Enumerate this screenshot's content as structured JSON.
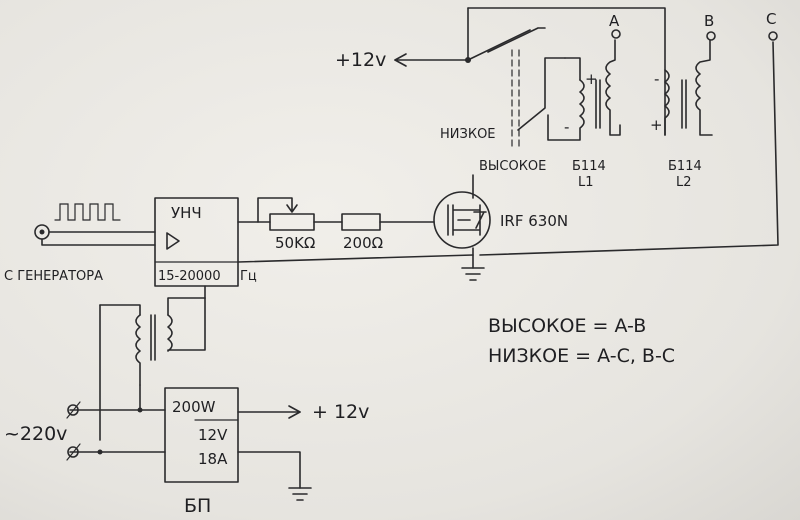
{
  "labels": {
    "supply_out_top": "+12v",
    "relay_low": "НИЗКОЕ",
    "relay_high": "ВЫСОКОЕ",
    "terminal_a": "A",
    "terminal_b": "B",
    "terminal_c": "C",
    "coil1_part": "Б114",
    "coil1_name": "L1",
    "coil2_part": "Б114",
    "coil2_name": "L2",
    "plus": "+",
    "minus": "-",
    "amp_name": "УНЧ",
    "amp_range": "15-20000",
    "amp_unit": "Гц",
    "generator": "С ГЕНЕРАТОРА",
    "pot_value": "50KΩ",
    "res_value": "200Ω",
    "mosfet": "IRF 630N",
    "mains": "~220v",
    "psu_power": "200W",
    "psu_voltage": "12V",
    "psu_current": "18A",
    "supply_out_bottom": "+ 12v",
    "psu_name": "БП",
    "legend_high": "ВЫСОКОЕ = A-B",
    "legend_low": "НИЗКОЕ = A-C, B-C"
  }
}
